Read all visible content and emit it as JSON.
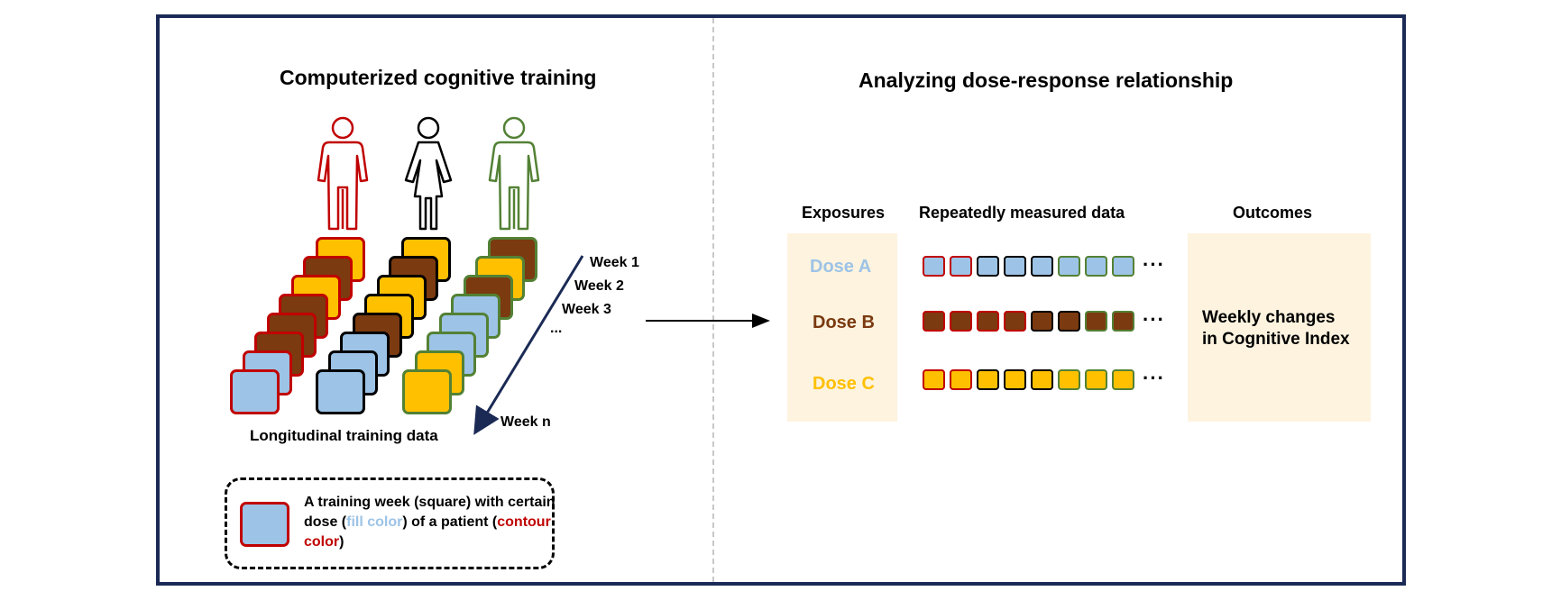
{
  "left_panel": {
    "title": "Computerized cognitive training",
    "weeks": [
      "Week 1",
      "Week 2",
      "Week 3",
      "...",
      "Week n"
    ],
    "data_label": "Longitudinal training data",
    "legend": {
      "text_1": "A training week (square) with certain dose (",
      "fill_word": "fill color",
      "text_2": ") of a patient (",
      "contour_word": "contour color",
      "text_3": ")"
    }
  },
  "right_panel": {
    "title": "Analyzing dose-response relationship",
    "headers": {
      "exposures": "Exposures",
      "data": "Repeatedly measured data",
      "outcomes": "Outcomes"
    },
    "doses": [
      {
        "label": "Dose A",
        "color": "#9dc3e6"
      },
      {
        "label": "Dose B",
        "color": "#7b3a10"
      },
      {
        "label": "Dose C",
        "color": "#ffc000"
      }
    ],
    "ellipsis": "···",
    "outcome": {
      "line1": "Weekly changes",
      "line2": "in Cognitive Index"
    }
  },
  "colors": {
    "frame": "#1b2a55",
    "patient_red": "#c00000",
    "patient_black": "#000000",
    "patient_green": "#538135",
    "dose_blue": "#9dc3e6",
    "dose_brown": "#7b3a10",
    "dose_yellow": "#ffc000"
  },
  "patients": [
    {
      "name": "patient-1",
      "contour": "#c00000",
      "figure": "male",
      "icon": "person-male-icon",
      "weeks": [
        "#ffc000",
        "#7b3a10",
        "#ffc000",
        "#7b3a10",
        "#7b3a10",
        "#7b3a10",
        "#9dc3e6",
        "#9dc3e6"
      ]
    },
    {
      "name": "patient-2",
      "contour": "#000000",
      "figure": "female",
      "icon": "person-female-icon",
      "weeks": [
        "#ffc000",
        "#7b3a10",
        "#ffc000",
        "#ffc000",
        "#7b3a10",
        "#9dc3e6",
        "#9dc3e6",
        "#9dc3e6"
      ]
    },
    {
      "name": "patient-3",
      "contour": "#538135",
      "figure": "male",
      "icon": "person-male-icon",
      "weeks": [
        "#7b3a10",
        "#ffc000",
        "#7b3a10",
        "#9dc3e6",
        "#9dc3e6",
        "#9dc3e6",
        "#ffc000",
        "#ffc000"
      ]
    }
  ],
  "dose_rows": [
    [
      [
        "#9dc3e6",
        "#c00000"
      ],
      [
        "#9dc3e6",
        "#c00000"
      ],
      [
        "#9dc3e6",
        "#000000"
      ],
      [
        "#9dc3e6",
        "#000000"
      ],
      [
        "#9dc3e6",
        "#000000"
      ],
      [
        "#9dc3e6",
        "#538135"
      ],
      [
        "#9dc3e6",
        "#538135"
      ],
      [
        "#9dc3e6",
        "#538135"
      ]
    ],
    [
      [
        "#7b3a10",
        "#c00000"
      ],
      [
        "#7b3a10",
        "#c00000"
      ],
      [
        "#7b3a10",
        "#c00000"
      ],
      [
        "#7b3a10",
        "#c00000"
      ],
      [
        "#7b3a10",
        "#000000"
      ],
      [
        "#7b3a10",
        "#000000"
      ],
      [
        "#7b3a10",
        "#538135"
      ],
      [
        "#7b3a10",
        "#538135"
      ]
    ],
    [
      [
        "#ffc000",
        "#c00000"
      ],
      [
        "#ffc000",
        "#c00000"
      ],
      [
        "#ffc000",
        "#000000"
      ],
      [
        "#ffc000",
        "#000000"
      ],
      [
        "#ffc000",
        "#000000"
      ],
      [
        "#ffc000",
        "#538135"
      ],
      [
        "#ffc000",
        "#538135"
      ],
      [
        "#ffc000",
        "#538135"
      ]
    ]
  ]
}
